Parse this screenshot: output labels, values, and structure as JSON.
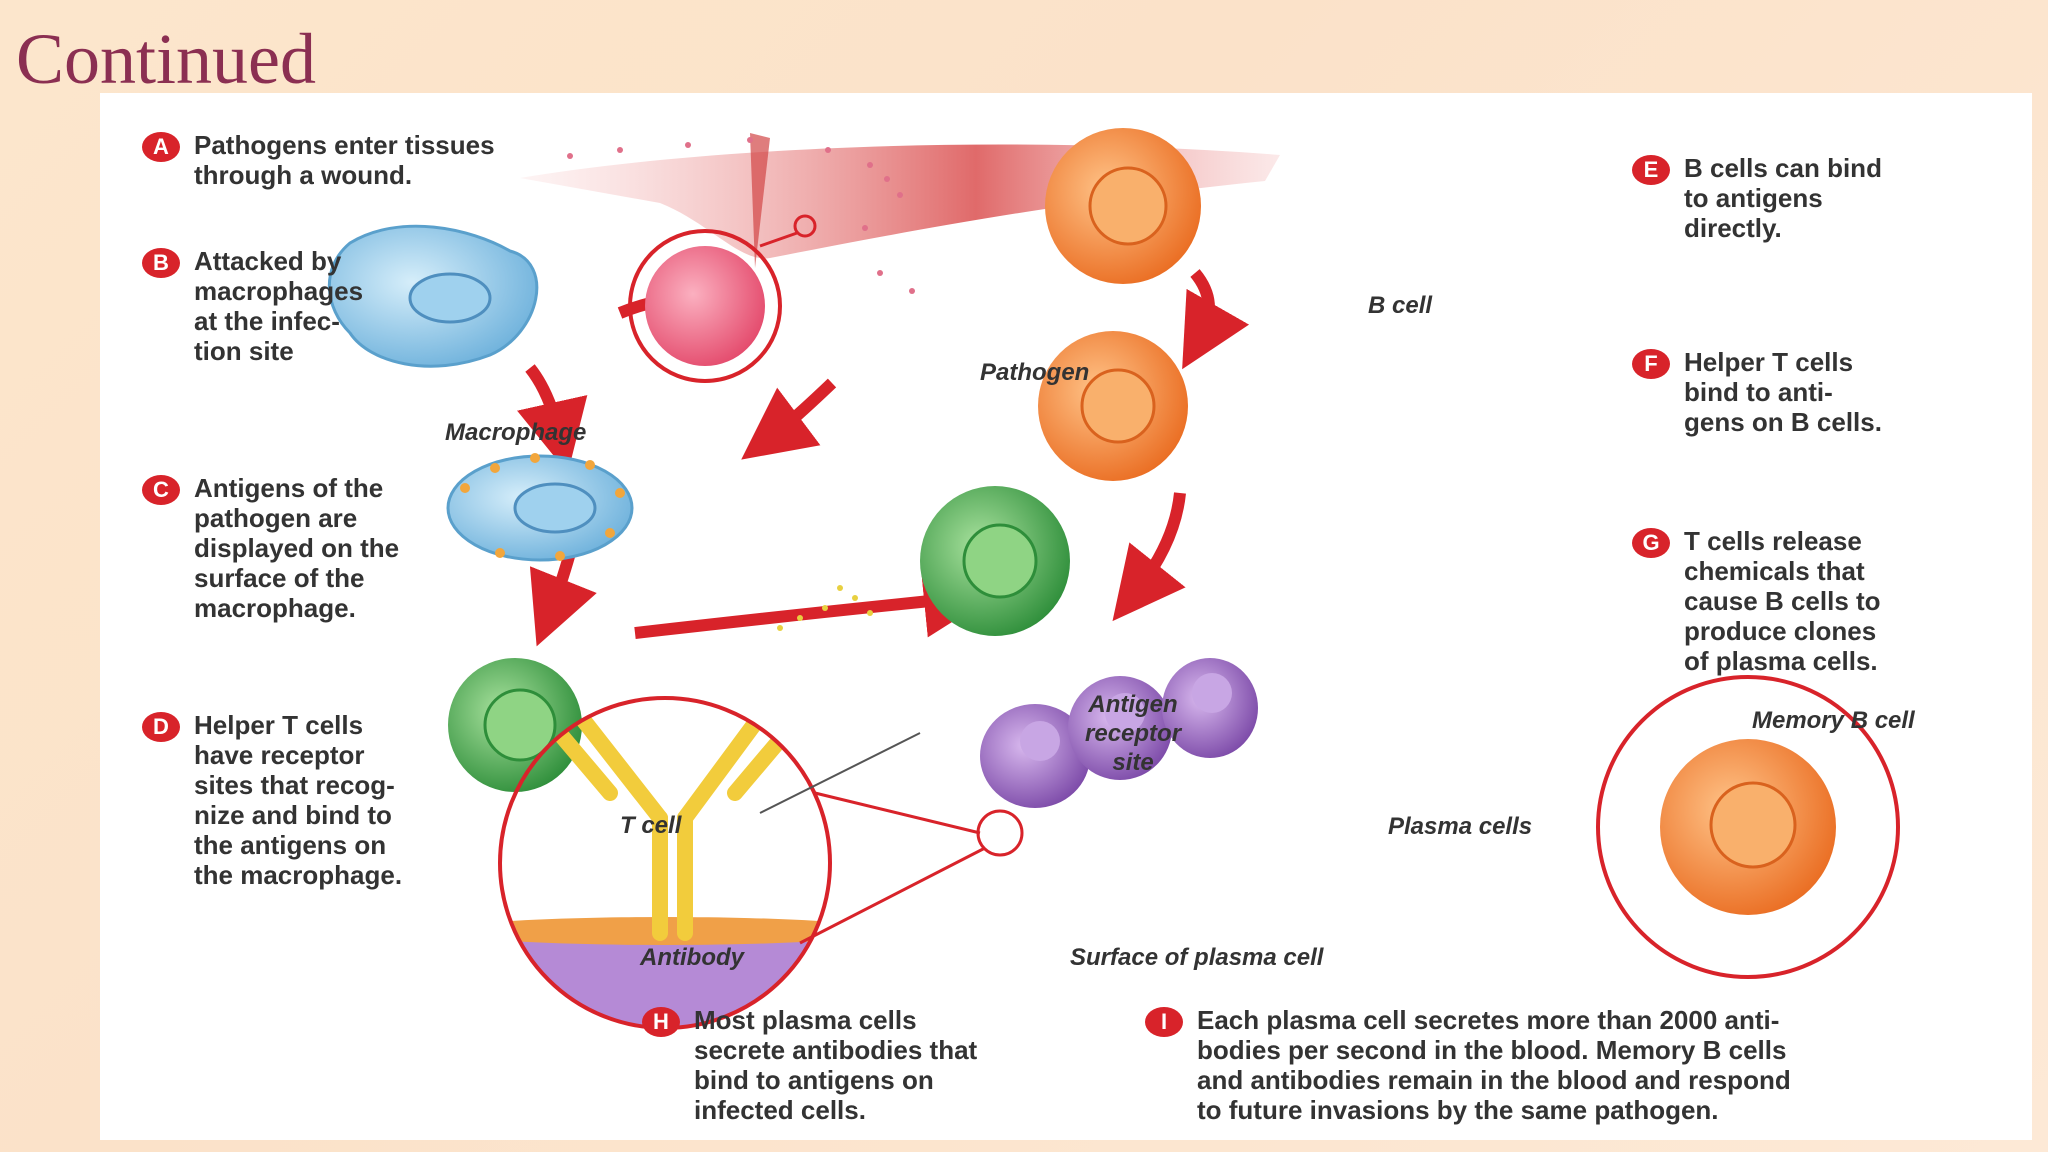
{
  "slide": {
    "title": "Continued"
  },
  "steps": [
    {
      "letter": "A",
      "text": "Pathogens enter tissues\nthrough a wound."
    },
    {
      "letter": "B",
      "text": "Attacked by\nmacrophages\nat the infec-\ntion site"
    },
    {
      "letter": "C",
      "text": "Antigens of the\npathogen are\ndisplayed on the\nsurface of the\nmacrophage."
    },
    {
      "letter": "D",
      "text": "Helper T cells\nhave receptor\nsites that recog-\nnize and bind to\nthe antigens on\nthe macrophage."
    },
    {
      "letter": "E",
      "text": "B cells can bind\nto antigens\ndirectly."
    },
    {
      "letter": "F",
      "text": "Helper T cells\nbind to anti-\ngens on B cells."
    },
    {
      "letter": "G",
      "text": "T cells release\nchemicals that\ncause B cells to\nproduce clones\nof plasma cells."
    },
    {
      "letter": "H",
      "text": "Most plasma cells\nsecrete antibodies that\nbind to antigens on\ninfected cells."
    },
    {
      "letter": "I",
      "text": "Each plasma cell secretes more than 2000 anti-\nbodies per second in the blood. Memory B cells\nand antibodies remain in the blood and respond\nto future invasions by the same pathogen."
    }
  ],
  "labels": {
    "pathogen": "Pathogen",
    "macrophage": "Macrophage",
    "b_cell": "B cell",
    "t_cell": "T cell",
    "antigen_receptor_site": "Antigen\nreceptor\nsite",
    "plasma_cells": "Plasma cells",
    "memory_b_cell": "Memory B cell",
    "antibody": "Antibody",
    "surface_of_plasma_cell": "Surface of plasma cell"
  },
  "colors": {
    "title": "#8b2f52",
    "badge": "#d8232a",
    "arrow": "#d8232a",
    "macrophage": "#8fc6e6",
    "pathogen": "#ee5a7a",
    "b_cell": "#f08a3a",
    "t_cell": "#3fa64a",
    "plasma_cell": "#9a6cc0",
    "antibody": "#f2cc3c"
  }
}
